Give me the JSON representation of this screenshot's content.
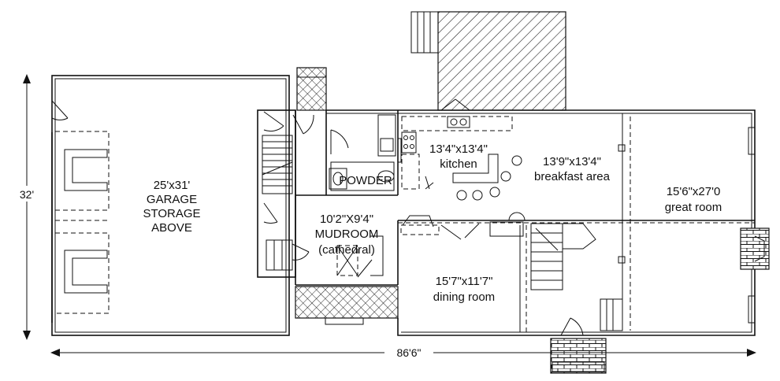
{
  "rooms": {
    "garage": {
      "line1": "25'x31'",
      "line2": "GARAGE",
      "line3": "STORAGE",
      "line4": "ABOVE"
    },
    "kitchen": {
      "size": "13'4\"x13'4\"",
      "name": "kitchen"
    },
    "breakfast": {
      "size": "13'9\"x13'4\"",
      "name": "breakfast area"
    },
    "great_room": {
      "size": "15'6\"x27'0",
      "name": "great room"
    },
    "powder": {
      "name": "POWDER"
    },
    "mudroom": {
      "size": "10'2\"X9'4\"",
      "name": "MUDROOM",
      "note": "(cathedral)"
    },
    "dining": {
      "size": "15'7\"x11'7\"",
      "name": "dining room"
    }
  },
  "dimensions": {
    "height": "32'",
    "width": "86'6\""
  }
}
